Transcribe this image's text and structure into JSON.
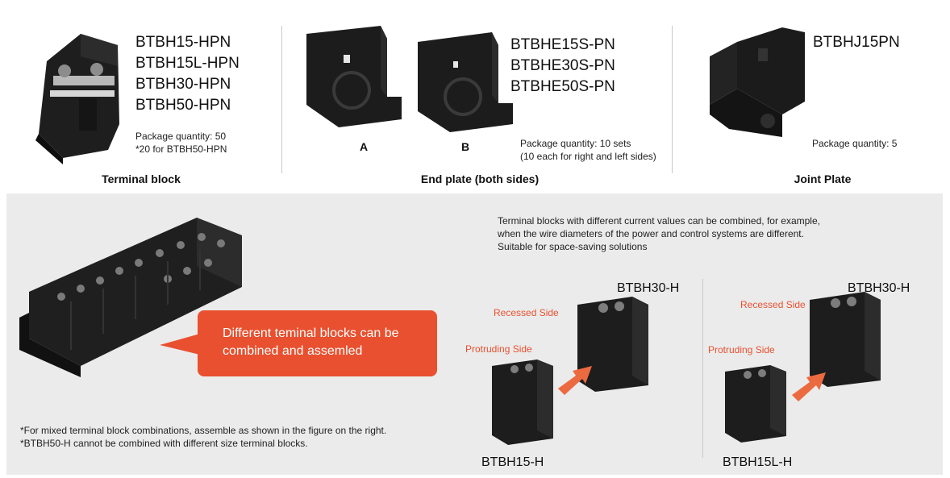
{
  "terminal_block": {
    "models": [
      "BTBH15-HPN",
      "BTBH15L-HPN",
      "BTBH30-HPN",
      "BTBH50-HPN"
    ],
    "package_line1": "Package quantity: 50",
    "package_line2": "*20 for BTBH50-HPN",
    "caption": "Terminal block"
  },
  "end_plate": {
    "label_a": "A",
    "label_b": "B",
    "models": [
      "BTBHE15S-PN",
      "BTBHE30S-PN",
      "BTBHE50S-PN"
    ],
    "package_line1": "Package quantity: 10 sets",
    "package_line2": "(10 each for right and left sides)",
    "caption": "End plate (both sides)"
  },
  "joint_plate": {
    "model": "BTBHJ15PN",
    "package": "Package quantity: 5",
    "caption": "Joint Plate"
  },
  "combination": {
    "callout_line1": "Different teminal blocks can be",
    "callout_line2": "combined and assemled",
    "description": [
      "Terminal blocks with different current values can be combined, for example,",
      "when the wire diameters of the power and control systems are different.",
      "Suitable for space-saving solutions"
    ],
    "notes": [
      "*For mixed terminal block combinations, assemble as shown in the figure on the right.",
      "*BTBH50-H cannot be combined with different size terminal blocks."
    ],
    "example1": {
      "top_model": "BTBH30-H",
      "recessed": "Recessed Side",
      "protruding": "Protruding Side",
      "bottom_model": "BTBH15-H"
    },
    "example2": {
      "top_model": "BTBH30-H",
      "recessed": "Recessed Side",
      "protruding": "Protruding Side",
      "bottom_model": "BTBH15L-H"
    }
  },
  "colors": {
    "accent": "#e8502f",
    "panel": "#ebebeb",
    "product": "#1c1c1c"
  }
}
